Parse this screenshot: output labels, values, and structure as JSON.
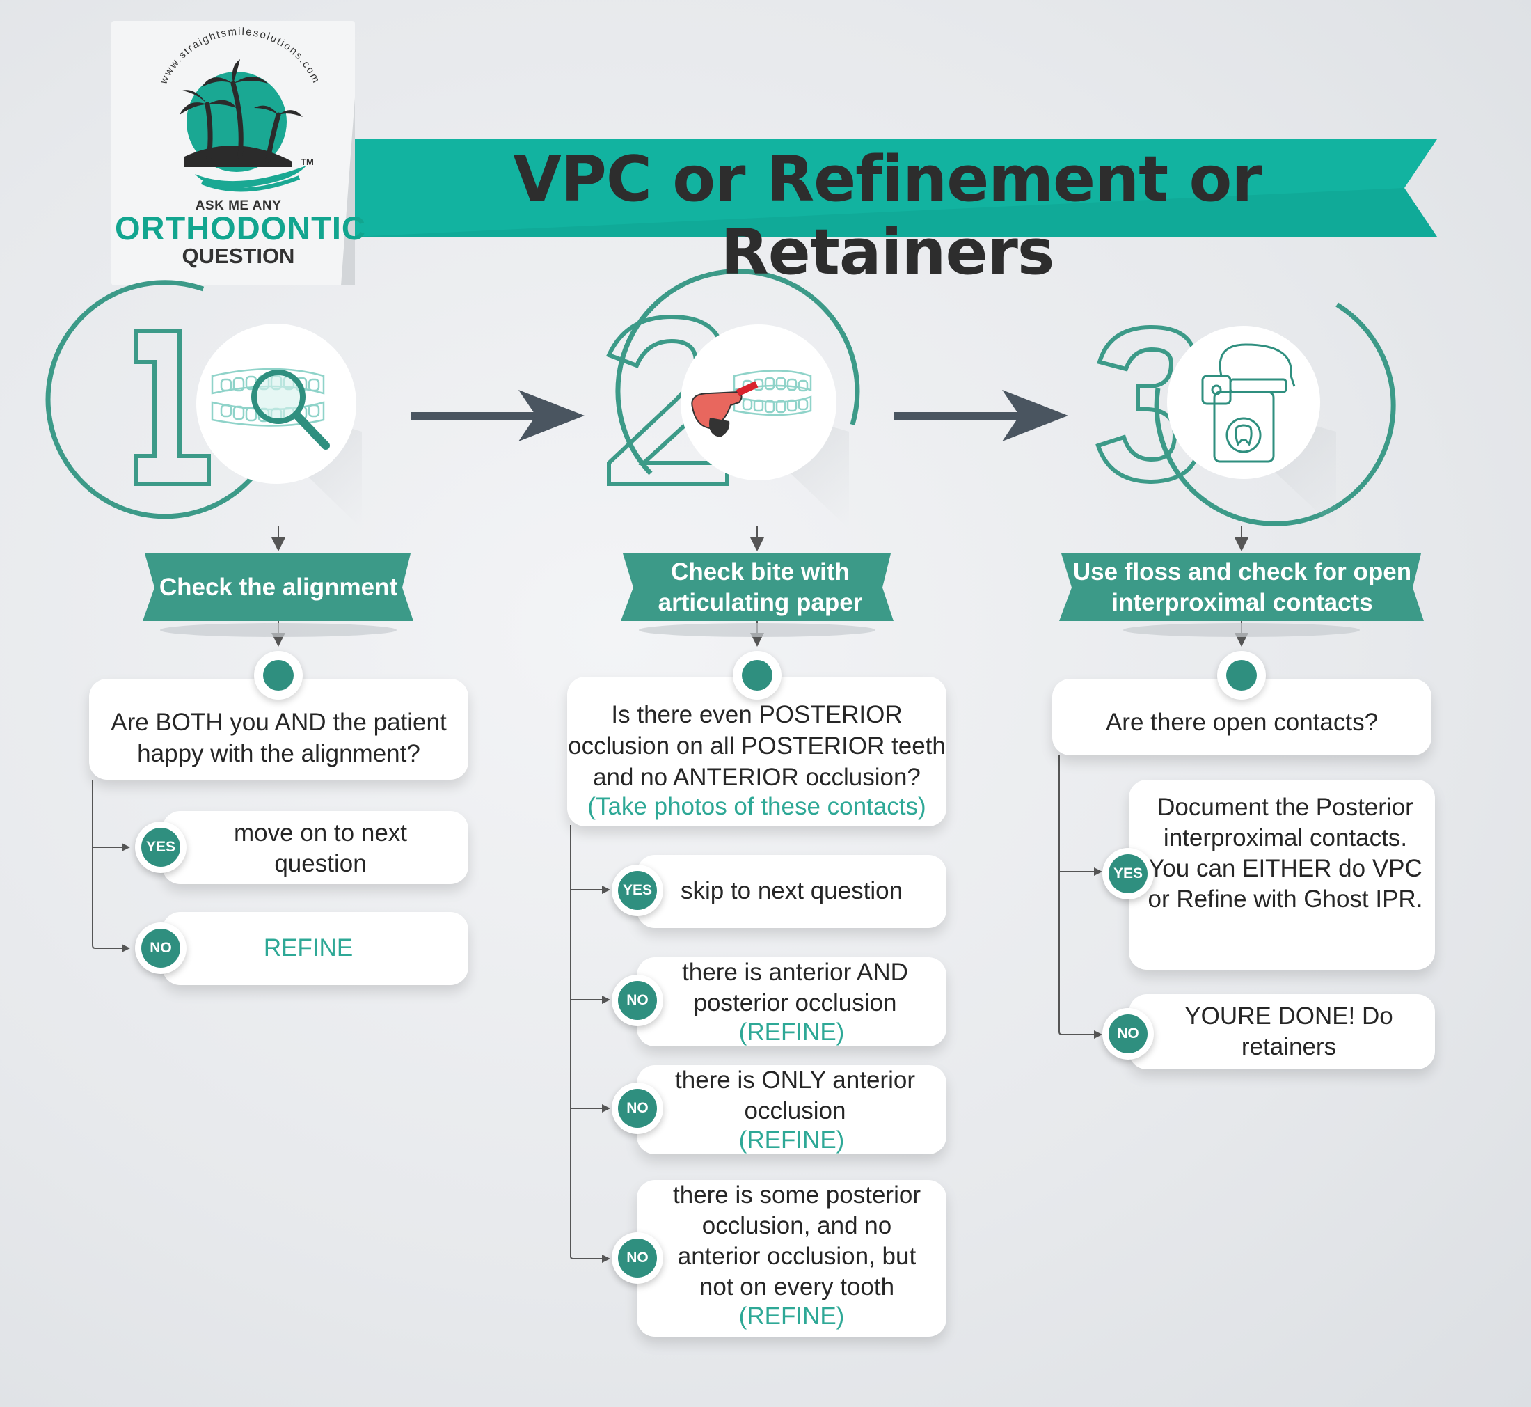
{
  "logo": {
    "url_arc": "www.straightsmilesolutions.com",
    "tm": "TM",
    "line1": "ASK ME ANY",
    "line2": "ORTHODONTIC",
    "line3": "QUESTION"
  },
  "title": "VPC or Refinement or Retainers",
  "colors": {
    "teal": "#12b3a0",
    "dark_teal": "#2f8f7f",
    "ribbon": "#3c9a88",
    "arrow": "#4a5560"
  },
  "steps": [
    {
      "number": "1",
      "icon": "aligner-magnifier-icon",
      "label": "Check the alignment",
      "question": "Are BOTH you AND the patient happy with the alignment?",
      "answers": [
        {
          "badge": "YES",
          "text": "move on to next question",
          "note": ""
        },
        {
          "badge": "NO",
          "text": "REFINE",
          "note": ""
        }
      ]
    },
    {
      "number": "2",
      "icon": "articulating-paper-icon",
      "label": "Check bite with articulating paper",
      "question": "Is there even POSTERIOR occlusion on all POSTERIOR teeth and no ANTERIOR occlusion?",
      "question_note": "(Take photos of these contacts)",
      "answers": [
        {
          "badge": "YES",
          "text": "skip to next question",
          "note": ""
        },
        {
          "badge": "NO",
          "text": "there is anterior AND posterior occlusion",
          "note": "(REFINE)"
        },
        {
          "badge": "NO",
          "text": "there is ONLY anterior occlusion",
          "note": "(REFINE)"
        },
        {
          "badge": "NO",
          "text": "there is some posterior occlusion, and no anterior occlusion, but not on every tooth",
          "note": "(REFINE)"
        }
      ]
    },
    {
      "number": "3",
      "icon": "floss-dispenser-icon",
      "label": "Use floss and check for open interproximal contacts",
      "question": "Are there open contacts?",
      "answers": [
        {
          "badge": "YES",
          "text": "Document the Posterior interproximal contacts. You can EITHER do VPC or Refine with Ghost IPR.",
          "note": ""
        },
        {
          "badge": "NO",
          "text": "YOURE DONE! Do retainers",
          "note": ""
        }
      ]
    }
  ]
}
